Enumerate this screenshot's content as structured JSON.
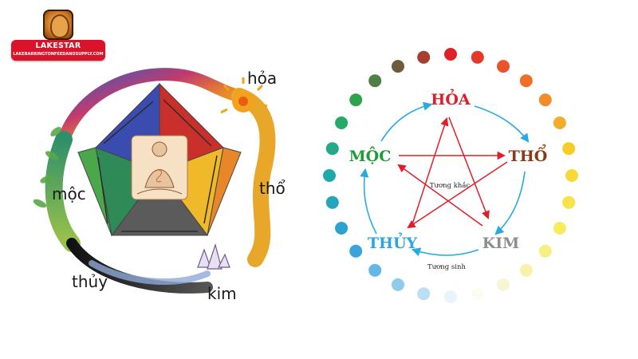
{
  "logo": {
    "name": "LAKESTAR",
    "url": "LAKEBARRINGTONFEEDANDSUPPLY.COM"
  },
  "left_diagram": {
    "labels": {
      "hoa": "hỏa",
      "tho": "thổ",
      "kim": "kim",
      "thuy": "thủy",
      "moc": "mộc"
    }
  },
  "right_diagram": {
    "elements": {
      "hoa": {
        "text": "HỎA",
        "color": "#e21d2a"
      },
      "tho": {
        "text": "THỔ",
        "color": "#8b3a16"
      },
      "kim": {
        "text": "KIM",
        "color": "#8e8e8e"
      },
      "thuy": {
        "text": "THỦY",
        "color": "#2aa7e0"
      },
      "moc": {
        "text": "MỘC",
        "color": "#1e9c3a"
      }
    },
    "center_note": "Tương khắc",
    "bottom_note": "Tương sinh",
    "arrow_colors": {
      "cycle": "#27a9e1",
      "star": "#e21d2a"
    }
  }
}
